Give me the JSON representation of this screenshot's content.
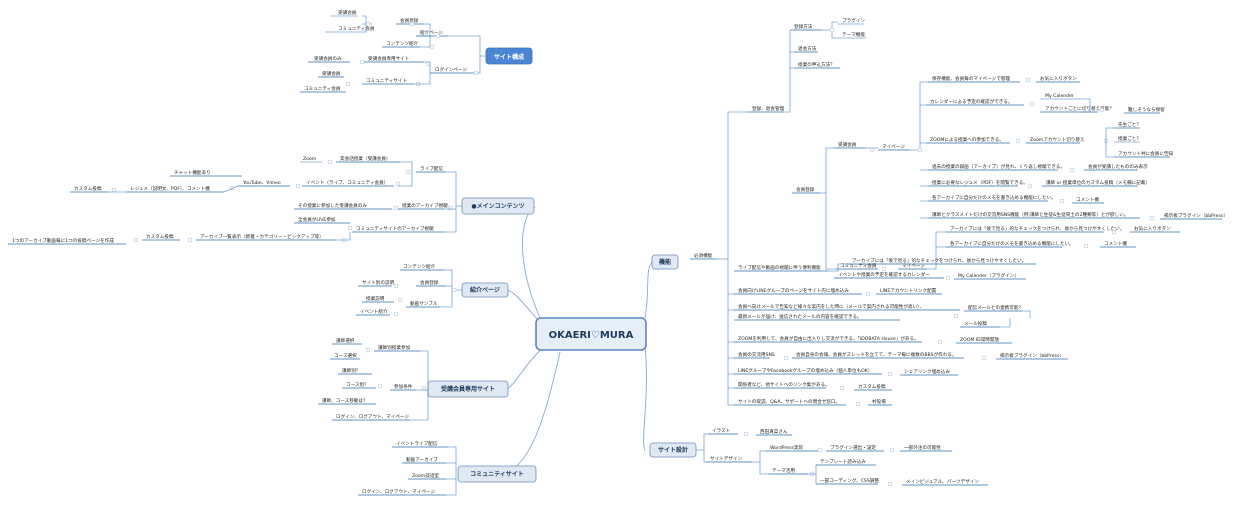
{
  "root": {
    "text": "OKAERI♡MURA"
  },
  "highlight": {
    "text": "サイト構成"
  },
  "main": [
    {
      "id": "main-content",
      "text": "●メインコンテンツ"
    },
    {
      "id": "shokai",
      "text": "紹介ページ"
    },
    {
      "id": "jukou",
      "text": "受講会員専用サイト"
    },
    {
      "id": "community",
      "text": "コミュニティサイト"
    },
    {
      "id": "kinou",
      "text": "機能"
    },
    {
      "id": "sekkei",
      "text": "サイト設計"
    }
  ],
  "nodes": [
    "受講会員",
    "コミュニティ会員",
    "会員登録",
    "紹介ページ",
    "コンテンツ紹介",
    "受講会員のみ",
    "受講会員専用サイト",
    "ログインページ",
    "受講会員",
    "コミュニティ会員",
    "コミュニティサイト",
    "Zoom",
    "実会話授業（受講会員）",
    "チャット機能あり",
    "YouTube、Vimeo",
    "イベント（ライブ、コミュニティ会員）",
    "ライブ配信",
    "カスタム投稿",
    "レジュメ（説明文、PDF）、コメント機",
    "その授業に参加した受講会員のみ",
    "授業のアーカイブ視聴",
    "全会員がLIVE参加",
    "コミュニティサイトのアーカイブ視聴",
    "1つのアーカイブ動画毎に1つの投稿ページを作成",
    "カスタム投稿",
    "アーカイブ一覧表示（新着・カテゴリー・ピックアップ等）",
    "コンテンツ紹介",
    "サイト別の説明",
    "会員登録",
    "授業説明",
    "動画サンプル",
    "イベント紹介",
    "講師選択",
    "講師別授業参加",
    "コース選択",
    "講師別？",
    "コース別？",
    "参加条件",
    "講師、コース移動は？",
    "ログイン、ログアウト、マイページ",
    "イベントライブ配信",
    "動画アーカイブ",
    "Zoom談話室",
    "ログイン、ログアウト、マイページ",
    "プラグイン",
    "登録方法",
    "テーマ機能",
    "退会方法",
    "登録、退会管理",
    "授業の申込方法？",
    "保存機能、会員毎のマイページで管理",
    "お気に入りボタン",
    "カレンダーによる予定の確認ができる。",
    "My Calender",
    "アカウントごとに切り替え可能？",
    "難しそうなら保留",
    "先生ごと？",
    "ZOOMによる授業への参加できる。",
    "Zoomアカウント切り替え",
    "授業ごと？",
    "アカウント共に会員に告知",
    "過去の授業の録画（アーカイブ）が見れ、くり返し視聴できる。",
    "会員が受講したもののみ表示",
    "授業に必要なレジュメ（PDF）を閲覧できる。",
    "講師 or 授業単位のカスタム投稿（メモ欄に記載）",
    "各アーカイブに自分だけのメモを書き込める機能にしたい。",
    "コメント機",
    "講師とクラスメイトだけの交流用SNS機能（例:講師と生徒&生徒同士の2種類等）とが欲しい。",
    "掲示板プラグイン（bbPress）",
    "受講会員",
    "マイページ",
    "会員登録",
    "アーカイブには「後で見る」的なチェックをつけられ、後から見つけやすくしたい。",
    "お気に入りボタン",
    "コミュニティ会員",
    "マイページ",
    "各アーカイブに自分だけのメモを書き込める機能にしたい。",
    "コメント機",
    "必須機能",
    "アーカイブには「後で見る」的なチェックをつけられ、後から見つけやすくしたい。",
    "ライブ配信や動画の視聴に伴う便利機能",
    "イベントや授業の予定を確認するカレンダー",
    "My Calender（プラグイン）",
    "会員向けLINEグループのページをサイト内に埋め込み",
    "LINEアカウントリンク配置",
    "会員へ向けメールで告知など様々な案内をした時に（メールで案内される可能性が高い）、",
    "最新メールが届け、送信されたメールの内容を確認できる。",
    "配信メールとの連携可能？",
    "メール投稿",
    "ZOOMを利用して、会員が自由に出入りし交流ができる、「IDOBATA House」がある。",
    "ZOOM ID常時開放",
    "会員の交流用SNS",
    "会員自身の会報、会員がスレッドを立てて、テーマ毎に複数のBBSが作れる。",
    "掲示板プラグイン（bbPress）",
    "LINEグループやFacebookグループの埋め込み（個人単位もOK）",
    "シェアリンク埋め込み",
    "関係者など、他サイトへのリンク集がある。",
    "カスタム投稿",
    "サイトの取説、Q&A、サポートへの問合せ窓口。",
    "村役場",
    "イラスト",
    "西田真菜さん",
    "WordPress実装",
    "プラグイン選出・設定",
    "一部外注の可能性",
    "サイトデザイン",
    "テンプレート読み込み",
    "テーマ活用",
    "一部コーディング、CSS調整",
    "メインビジュアル、パーツデザイン"
  ]
}
